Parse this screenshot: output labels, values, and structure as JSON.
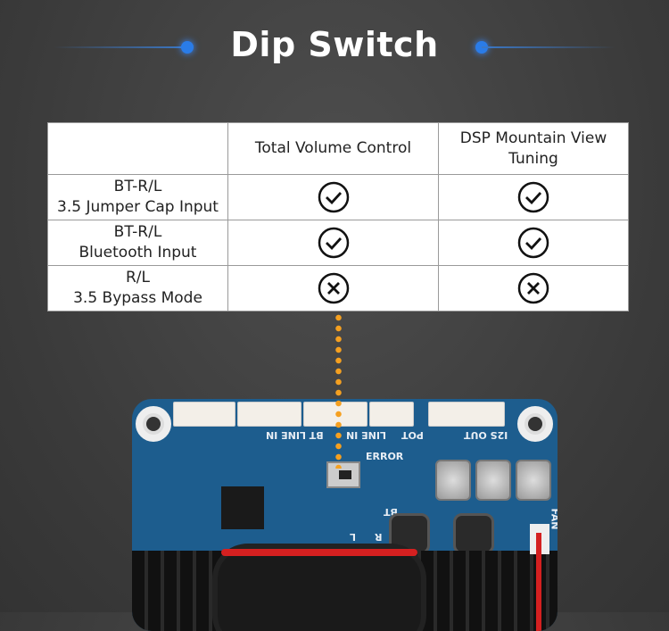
{
  "header": {
    "title": "Dip Switch"
  },
  "table": {
    "columns": [
      "",
      "Total Volume Control",
      "DSP Mountain View Tuning"
    ],
    "rows": [
      {
        "label_line1": "BT-R/L",
        "label_line2": "3.5 Jumper Cap Input",
        "total_volume_control": "check-icon",
        "dsp_tuning": "check-icon"
      },
      {
        "label_line1": "BT-R/L",
        "label_line2": "Bluetooth Input",
        "total_volume_control": "check-icon",
        "dsp_tuning": "check-icon"
      },
      {
        "label_line1": "R/L",
        "label_line2": "3.5 Bypass Mode",
        "total_volume_control": "cross-icon",
        "dsp_tuning": "cross-icon"
      }
    ]
  },
  "board": {
    "labels": {
      "bt_line_in": "BT LINE IN",
      "line_in": "LINE IN",
      "pot": "POT",
      "i2s_out": "I2S OUT",
      "error": "ERROR",
      "fan": "FAN",
      "bt": "BT",
      "r": "R",
      "l": "L"
    },
    "colors": {
      "pcb": "#1d5d8e",
      "indicator_dots": "#f5a020"
    }
  }
}
